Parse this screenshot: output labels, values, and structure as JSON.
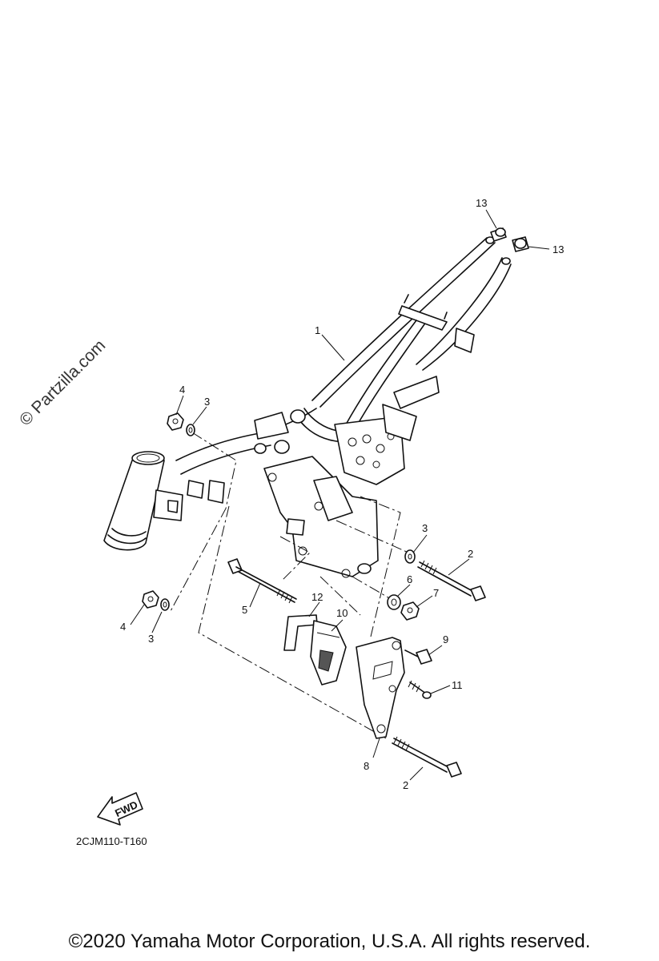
{
  "watermark": "© Partzilla.com",
  "diagram_code": "2CJM110-T160",
  "fwd_label": "FWD",
  "copyright": "©2020 Yamaha Motor Corporation, U.S.A. All rights reserved.",
  "callouts": {
    "c1": "1",
    "c2a": "2",
    "c2b": "2",
    "c3a": "3",
    "c3b": "3",
    "c3c": "3",
    "c4a": "4",
    "c4b": "4",
    "c5": "5",
    "c6": "6",
    "c7": "7",
    "c8": "8",
    "c9": "9",
    "c10": "10",
    "c11": "11",
    "c12": "12",
    "c13a": "13",
    "c13b": "13"
  }
}
